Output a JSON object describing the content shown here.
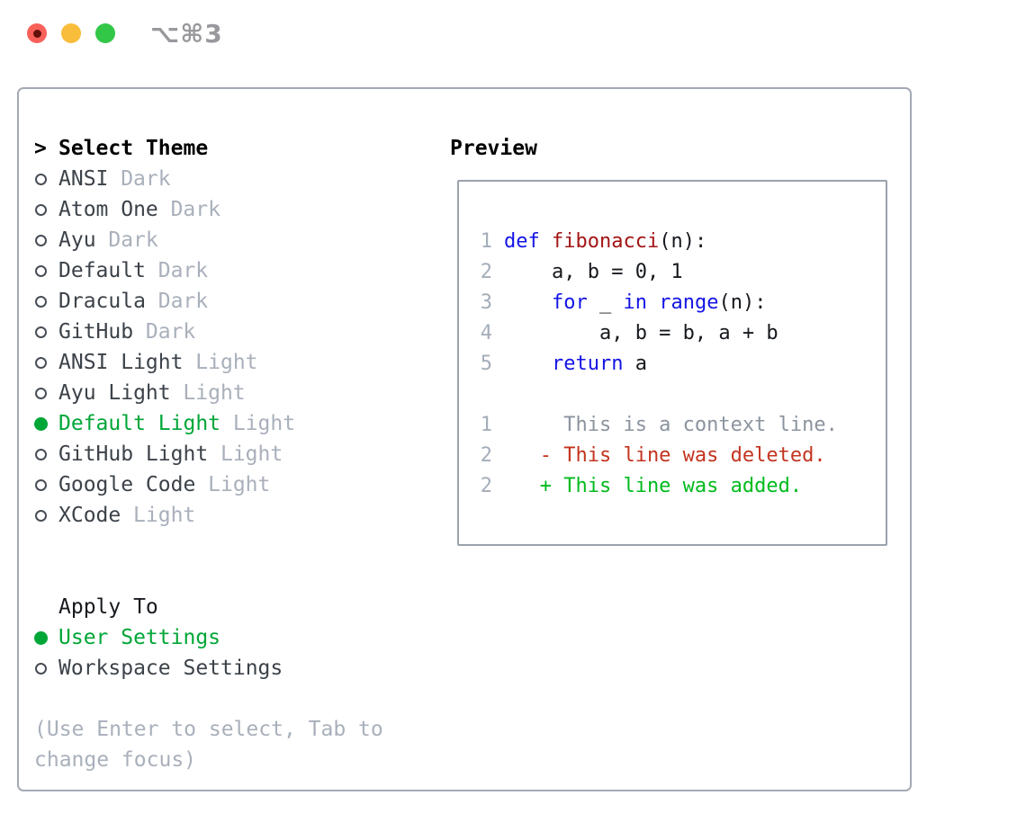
{
  "window": {
    "title": "⌥⌘3"
  },
  "select_theme": {
    "cursor": ">",
    "title": "Select Theme",
    "items": [
      {
        "name": "ANSI",
        "variant": "Dark",
        "selected": false
      },
      {
        "name": "Atom One",
        "variant": "Dark",
        "selected": false
      },
      {
        "name": "Ayu",
        "variant": "Dark",
        "selected": false
      },
      {
        "name": "Default",
        "variant": "Dark",
        "selected": false
      },
      {
        "name": "Dracula",
        "variant": "Dark",
        "selected": false
      },
      {
        "name": "GitHub",
        "variant": "Dark",
        "selected": false
      },
      {
        "name": "ANSI Light",
        "variant": "Light",
        "selected": false
      },
      {
        "name": "Ayu Light",
        "variant": "Light",
        "selected": false
      },
      {
        "name": "Default Light",
        "variant": "Light",
        "selected": true
      },
      {
        "name": "GitHub Light",
        "variant": "Light",
        "selected": false
      },
      {
        "name": "Google Code",
        "variant": "Light",
        "selected": false
      },
      {
        "name": "XCode",
        "variant": "Light",
        "selected": false
      }
    ]
  },
  "apply_to": {
    "title": "Apply To",
    "options": [
      {
        "label": "User Settings",
        "selected": true
      },
      {
        "label": "Workspace Settings",
        "selected": false
      }
    ]
  },
  "help": {
    "line1": "(Use Enter to select, Tab to",
    "line2": "change focus)"
  },
  "preview": {
    "title": "Preview",
    "code_lines": [
      {
        "num": "1",
        "tokens": [
          {
            "text": "def",
            "type": "keyword"
          },
          {
            "text": " ",
            "type": "plain"
          },
          {
            "text": "fibonacci",
            "type": "function"
          },
          {
            "text": "(n):",
            "type": "plain"
          }
        ]
      },
      {
        "num": "2",
        "tokens": [
          {
            "text": "    a, b = 0, 1",
            "type": "plain"
          }
        ]
      },
      {
        "num": "3",
        "tokens": [
          {
            "text": "    ",
            "type": "plain"
          },
          {
            "text": "for",
            "type": "keyword"
          },
          {
            "text": " _ ",
            "type": "plain"
          },
          {
            "text": "in",
            "type": "keyword"
          },
          {
            "text": " ",
            "type": "plain"
          },
          {
            "text": "range",
            "type": "keyword"
          },
          {
            "text": "(n):",
            "type": "plain"
          }
        ]
      },
      {
        "num": "4",
        "tokens": [
          {
            "text": "        a, b = b, a + b",
            "type": "plain"
          }
        ]
      },
      {
        "num": "5",
        "tokens": [
          {
            "text": "    ",
            "type": "plain"
          },
          {
            "text": "return",
            "type": "keyword"
          },
          {
            "text": " a",
            "type": "plain"
          }
        ]
      }
    ],
    "diff_lines": [
      {
        "num": "1",
        "text": "     This is a context line.",
        "type": "context"
      },
      {
        "num": "2",
        "text": "   - This line was deleted.",
        "type": "deleted"
      },
      {
        "num": "2",
        "text": "   + This line was added.",
        "type": "added"
      }
    ]
  },
  "colors": {
    "accent_green": "#00a637",
    "keyword_blue": "#1414e6",
    "function_red": "#a31515",
    "plain_code": "#16191d",
    "context_gray": "#8b939e",
    "deleted_red": "#c3341f",
    "added_green": "#00bb1d",
    "muted_gray": "#a9b0bb"
  }
}
